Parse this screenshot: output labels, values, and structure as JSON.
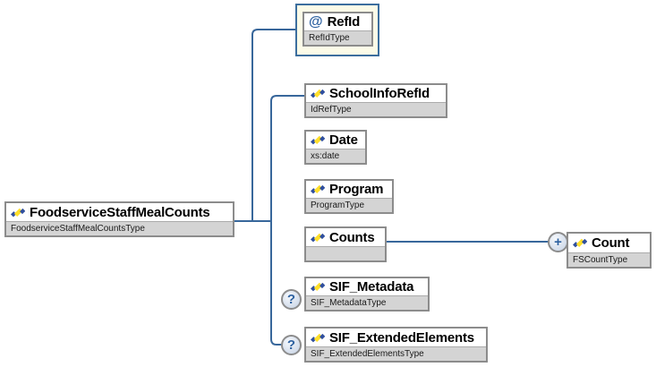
{
  "diagram": {
    "root": {
      "label": "FoodserviceStaffMealCounts",
      "type": "FoodserviceStaffMealCountsType"
    },
    "attribute": {
      "symbol": "@",
      "label": "RefId",
      "type": "RefIdType"
    },
    "children": [
      {
        "label": "SchoolInfoRefId",
        "type": "IdRefType"
      },
      {
        "label": "Date",
        "type": "xs:date"
      },
      {
        "label": "Program",
        "type": "ProgramType"
      },
      {
        "label": "Counts",
        "type": ""
      },
      {
        "label": "SIF_Metadata",
        "type": "SIF_MetadataType"
      },
      {
        "label": "SIF_ExtendedElements",
        "type": "SIF_ExtendedElementsType"
      }
    ],
    "counts_child": {
      "label": "Count",
      "type": "FSCountType"
    },
    "badges": {
      "optional": "?",
      "repeat": "+"
    },
    "colors": {
      "connector": "#38679b",
      "node_border": "#8c8c8c",
      "type_band": "#d4d4d4",
      "attribute_container_bg": "#fcfbe8",
      "attribute_container_border": "#3c6e9e",
      "accent": "#2e62a1",
      "icon_yellow": "#ffdf2b",
      "icon_blue": "#2f4f9e"
    }
  }
}
